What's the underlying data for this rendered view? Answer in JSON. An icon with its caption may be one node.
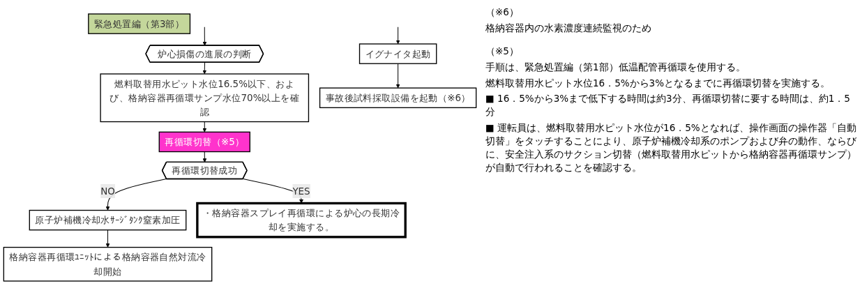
{
  "diagram": {
    "nodes": [
      {
        "text": [
          "緊急処置編（第3部）"
        ]
      },
      {
        "text": [
          "炉心損傷の進展の判断"
        ]
      },
      {
        "text": [
          "燃料取替用水ピット水位16.5%以下、および、格納容器再循環サンプ水位70%以上を確認"
        ]
      },
      {
        "text": [
          "再循環切替（※5）"
        ]
      },
      {
        "text": [
          "再循環切替成功"
        ]
      },
      {
        "text": [
          "原子炉補機冷却水ｻｰｼﾞﾀﾝｸ窒素加圧"
        ]
      },
      {
        "text": [
          "・格納容器スプレイ再循環による炉心の長期冷却を実施する。"
        ]
      },
      {
        "text": [
          "格納容器再循環ﾕﾆｯﾄによる格納容器自然対流冷却開始"
        ]
      },
      {
        "text": [
          "イグナイタ起動"
        ]
      },
      {
        "text": [
          "事故後試料採取設備を起動（※6）"
        ],
        "beside": [
          "（※6）",
          "格納容器内の水素濃度連続監視のため"
        ]
      }
    ],
    "edges": [
      {
        "from": null,
        "to": 1,
        "arrow": "to"
      },
      {
        "from": 1,
        "to": 2,
        "arrow": "to"
      },
      {
        "from": 2,
        "to": 3,
        "arrow": "to"
      },
      {
        "from": 3,
        "to": 4,
        "arrow": "to"
      },
      {
        "from": 4,
        "to": 5,
        "arrow": "to",
        "label": "NO"
      },
      {
        "from": 4,
        "to": 6,
        "arrow": "to",
        "label": "YES"
      },
      {
        "from": 5,
        "to": 7,
        "arrow": "to"
      },
      {
        "from": null,
        "to": 8,
        "arrow": "to"
      },
      {
        "from": 8,
        "to": 9,
        "arrow": "to"
      }
    ],
    "labels": [
      "（※5）",
      "手順は、緊急処置編（第1部）低温配管再循環を使用する。",
      "燃料取替用水ピット水位16．5%から3%となるまでに再循環切替を実施する。",
      "■ 16．5%から3%まで低下する時間は約3分、再循環切替に要する時間は、約1．5分",
      "■ 運転員は、燃料取替用水ピット水位が16．5%となれば、操作画面の操作器「自動切替」をタッチすることにより、原子炉補機冷却系のポンプおよび弁の動作、ならびに、安全注入系のサクション切替（燃料取替用水ピットから格納容器再循環サンプ）が自動で行われることを確認する。"
    ]
  }
}
